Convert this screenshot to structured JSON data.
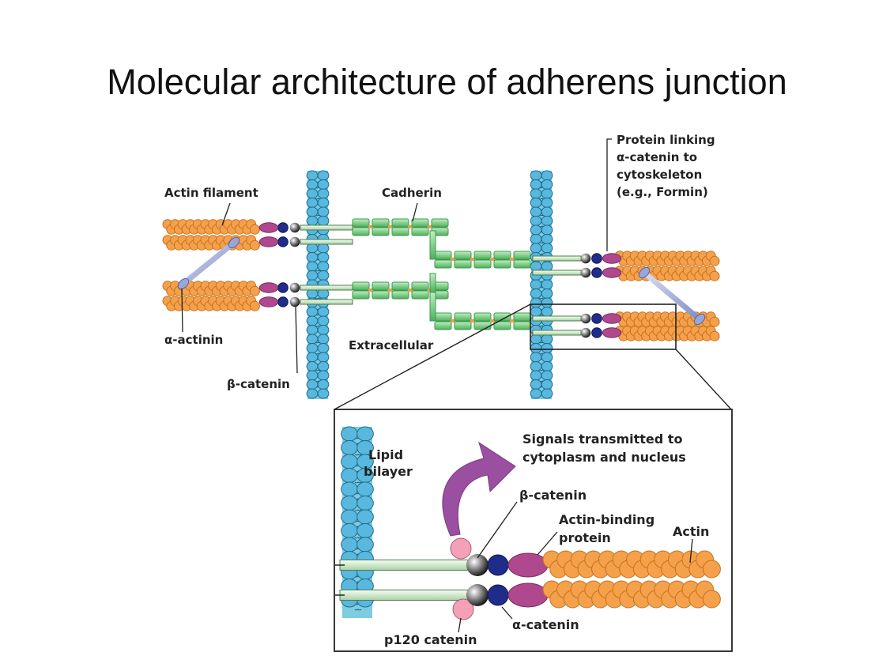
{
  "title": "Molecular architecture of adherens junction",
  "labels": {
    "actin_filament": "Actin filament",
    "cadherin": "Cadherin",
    "protein_linking": [
      "Protein linking",
      "α-catenin to",
      "cytoskeleton",
      "(e.g., Formin)"
    ],
    "alpha_actinin": "α-actinin",
    "beta_catenin_top": "β-catenin",
    "extracellular": "Extracellular",
    "lipid_bilayer": [
      "Lipid",
      "bilayer"
    ],
    "signals": [
      "Signals transmitted to",
      "cytoplasm and nucleus"
    ],
    "beta_catenin_inset": "β-catenin",
    "actin_binding": [
      "Actin-binding",
      "protein"
    ],
    "actin": "Actin",
    "alpha_catenin": "α-catenin",
    "p120": "p120 catenin"
  },
  "colors": {
    "actin": "#f5a04a",
    "actin_edge": "#c7721f",
    "membrane_head": "#5ab8de",
    "membrane_fill": "#7fcbdf",
    "cadherin": "#7fd08a",
    "cadherin_edge": "#3f9a4c",
    "alpha_catenin": "#1f2c8a",
    "actin_binding": "#b0488e",
    "alpha_actinin": "#9aa6d6",
    "p120": "#f3a0b8",
    "signal_arrow": "#9b4fa0"
  }
}
